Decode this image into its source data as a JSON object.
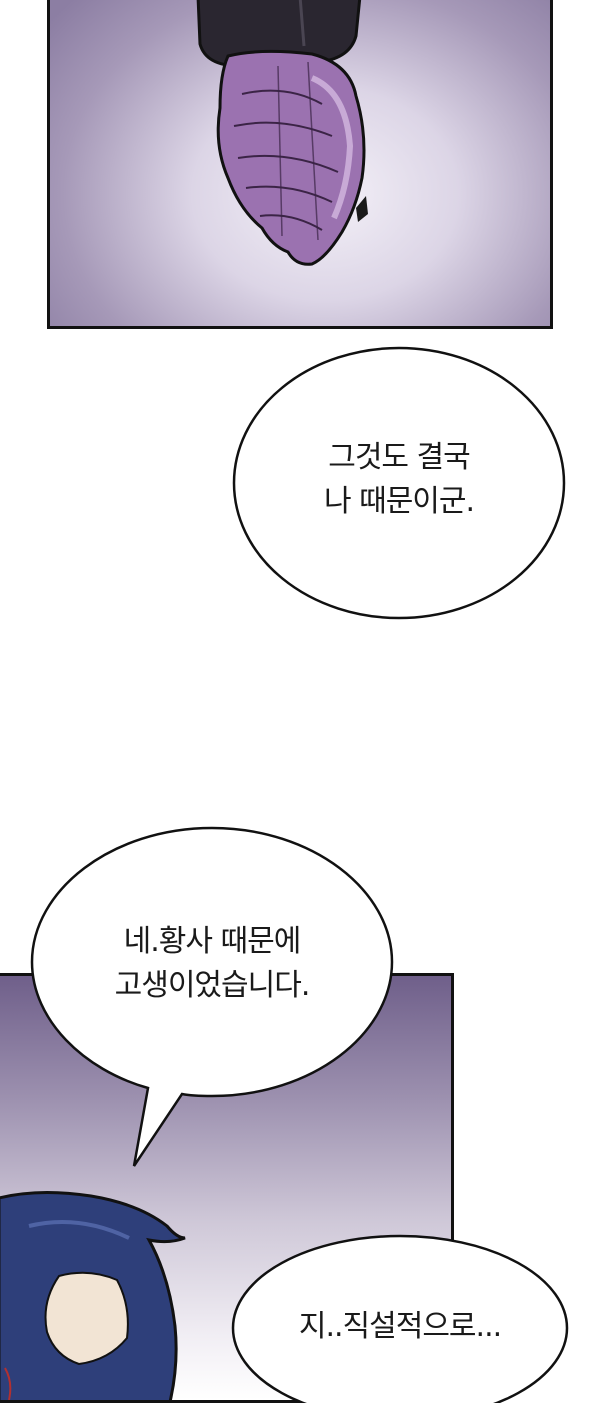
{
  "bubbles": {
    "first": {
      "lines": [
        "그것도 결국",
        "나 때문이군."
      ]
    },
    "second": {
      "lines": [
        "네.황사 때문에",
        "고생이었습니다."
      ]
    },
    "third": {
      "lines": [
        "지..직설적으로..."
      ]
    }
  },
  "colors": {
    "panel_border": "#111111",
    "hand_purple": "#9b72b0",
    "hair_navy": "#2e3f7a",
    "text": "#1a1a1a"
  }
}
